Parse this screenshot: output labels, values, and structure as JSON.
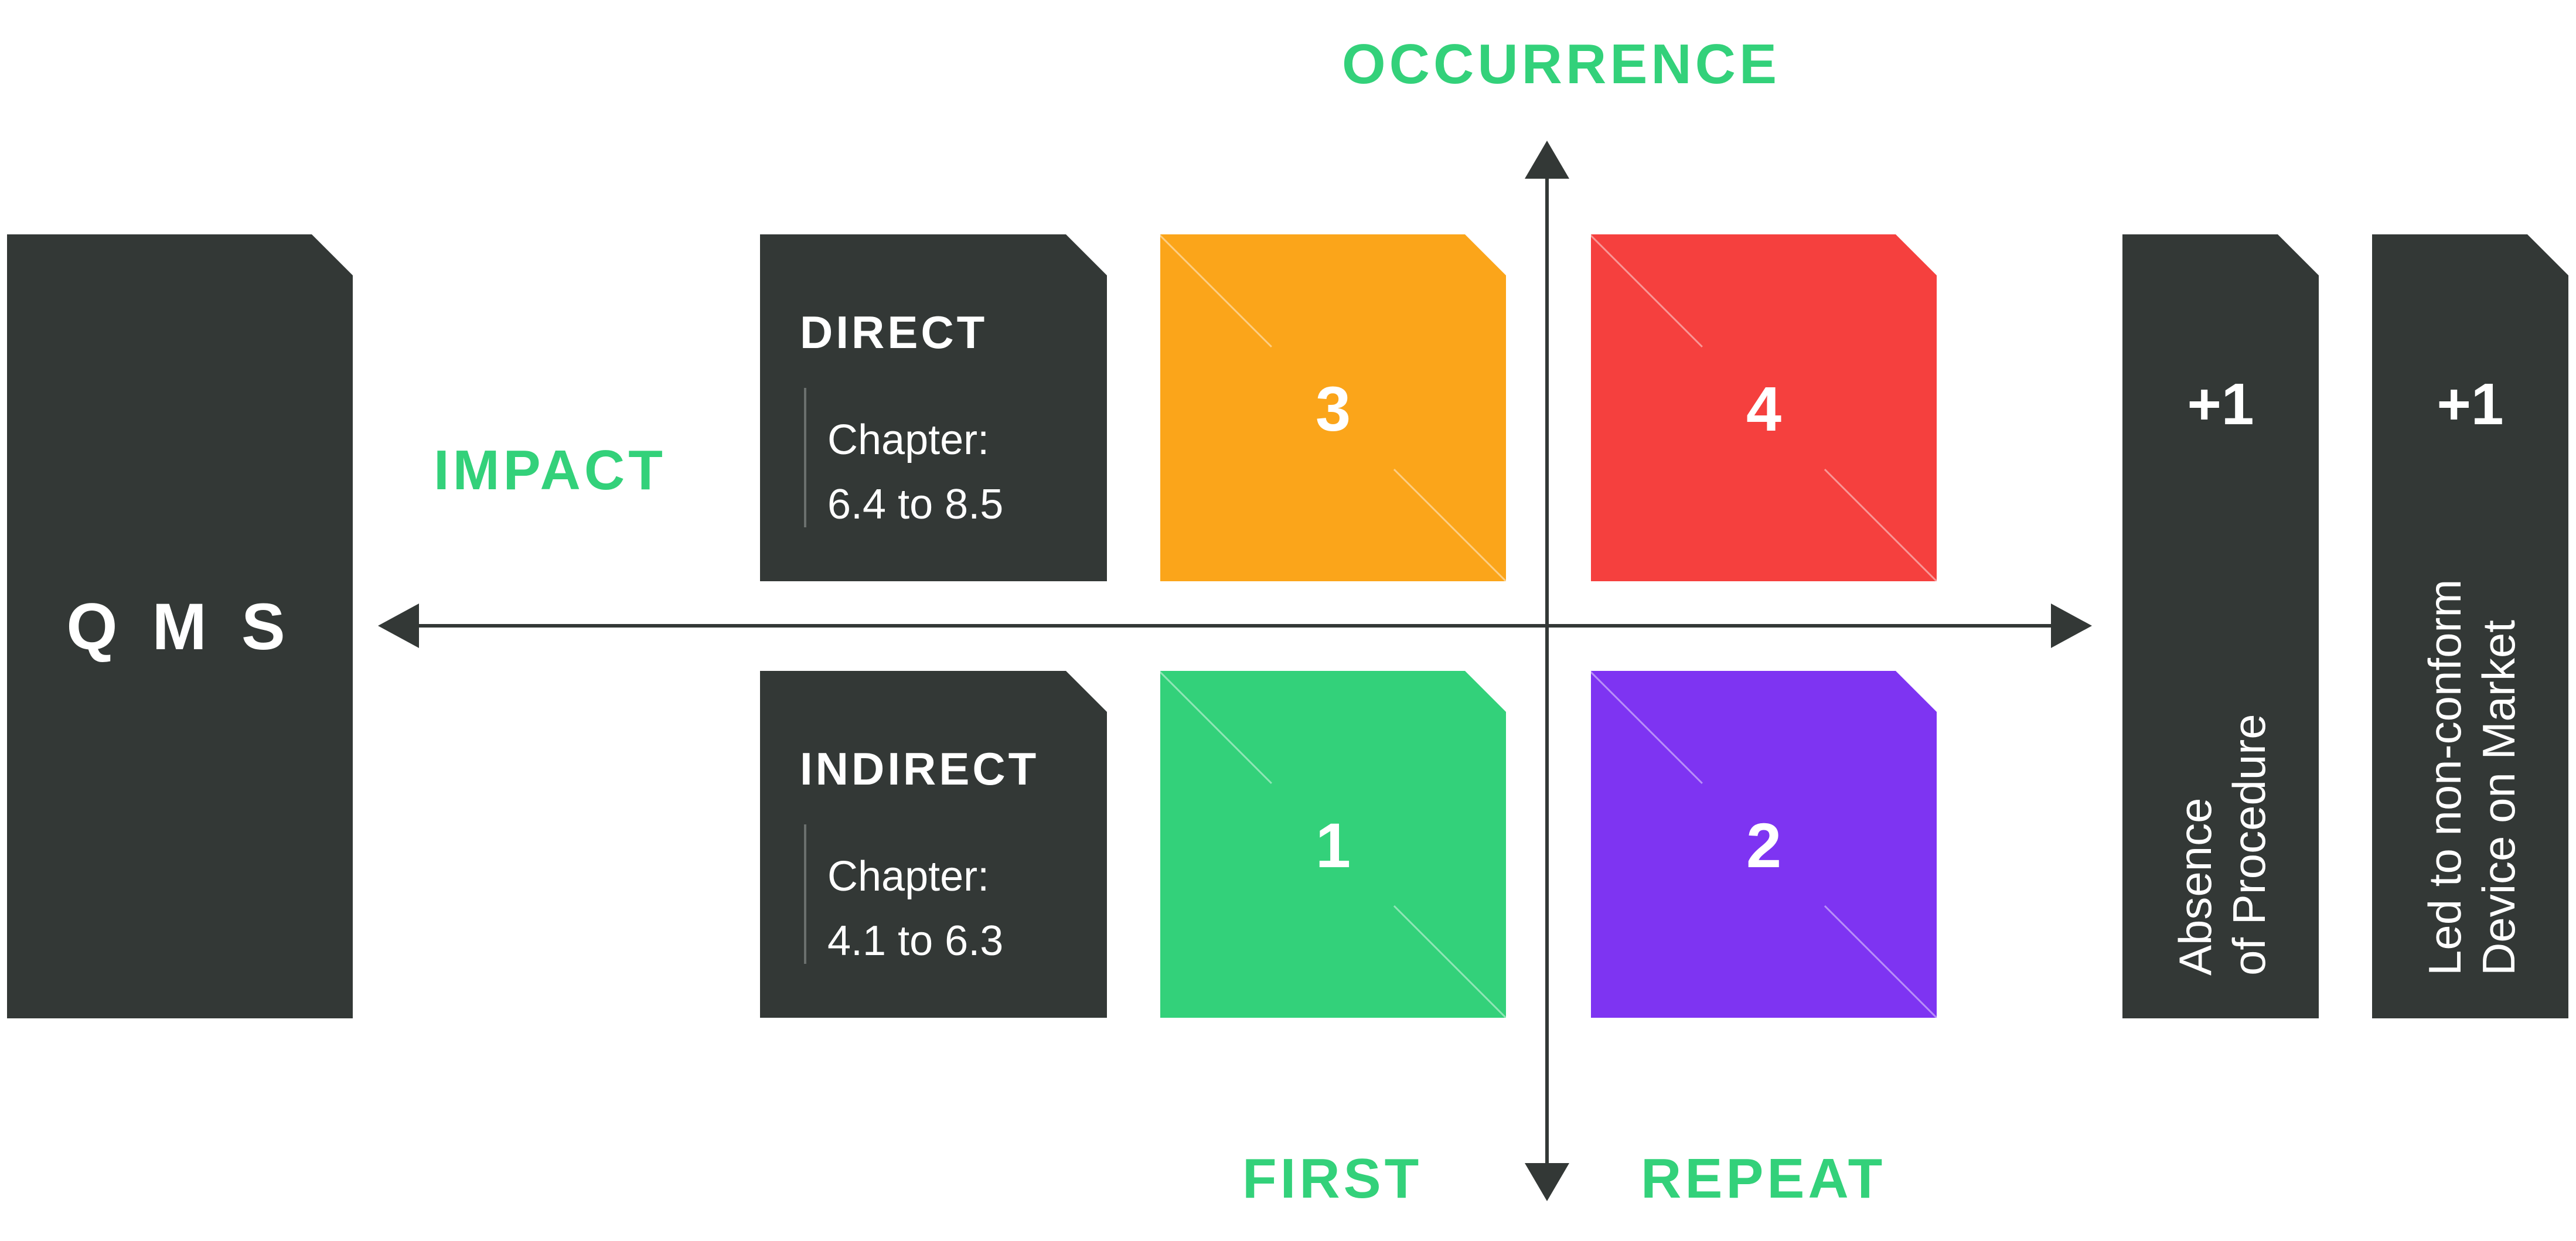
{
  "diagram": {
    "qms_label": "Q M S",
    "axis_labels": {
      "occurrence": "OCCURRENCE",
      "impact": "IMPACT",
      "first": "FIRST",
      "repeat": "REPEAT"
    },
    "impact_boxes": [
      {
        "title": "DIRECT",
        "chapter_label": "Chapter:",
        "chapter_range": "6.4 to 8.5"
      },
      {
        "title": "INDIRECT",
        "chapter_label": "Chapter:",
        "chapter_range": "4.1 to 6.3"
      }
    ],
    "quadrants": [
      {
        "value": "3",
        "color": "#fba51a"
      },
      {
        "value": "4",
        "color": "#f5403e"
      },
      {
        "value": "1",
        "color": "#33d17a"
      },
      {
        "value": "2",
        "color": "#7e34f2"
      }
    ],
    "modifiers": [
      {
        "value": "+1",
        "line1": "Absence",
        "line2": "of Procedure"
      },
      {
        "value": "+1",
        "line1": "Led to non-conform",
        "line2": "Device on Market"
      }
    ],
    "colors": {
      "dark": "#333836",
      "label_green": "#33d17a",
      "axis": "#333836"
    }
  }
}
